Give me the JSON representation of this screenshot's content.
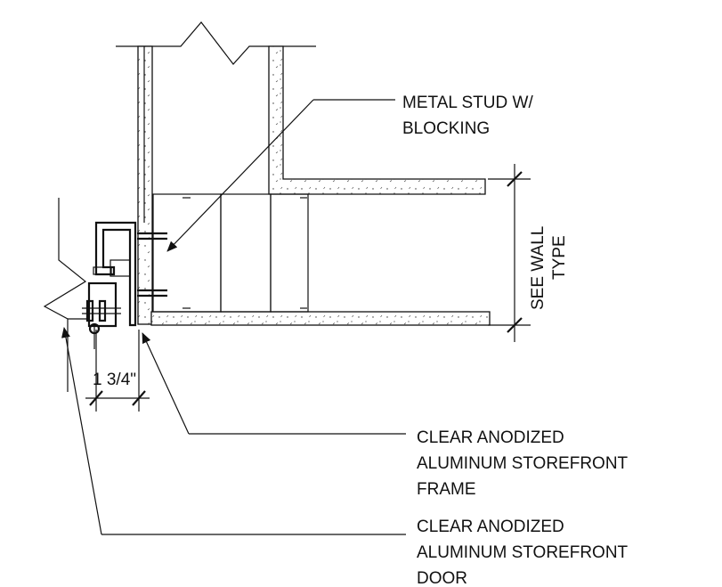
{
  "notes": {
    "metal_stud": [
      "METAL STUD W/",
      "BLOCKING"
    ],
    "frame": [
      "CLEAR ANODIZED",
      "ALUMINUM STOREFRONT",
      "FRAME"
    ],
    "door": [
      "CLEAR ANODIZED",
      "ALUMINUM STOREFRONT",
      "DOOR"
    ],
    "wall_type": [
      "SEE WALL",
      "TYPE"
    ]
  },
  "dimension": {
    "label": "1 3/4\""
  }
}
